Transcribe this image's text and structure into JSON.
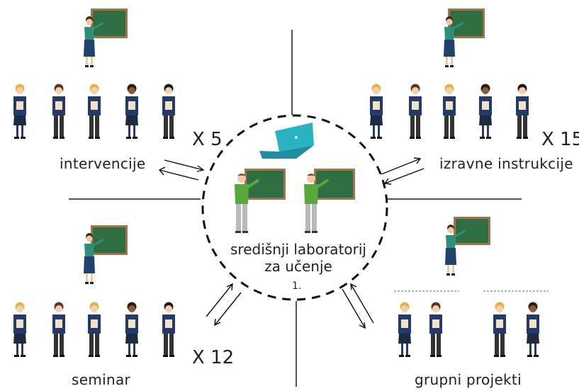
{
  "groups": {
    "intervencije": {
      "label": "intervencije",
      "multiplier": "X 5"
    },
    "izravne": {
      "label": "izravne instrukcije",
      "multiplier": "X 15"
    },
    "seminar": {
      "label": "seminar",
      "multiplier": "X 12"
    },
    "grupni": {
      "label": "grupni projekti"
    }
  },
  "center": {
    "line1": "središnji laboratorij",
    "line2": "za učenje",
    "number": "1."
  },
  "colors": {
    "board": "#2f6e43",
    "board_frame": "#a0744c",
    "teacher_top": "#2f8f7a",
    "teacher_skirt": "#22426c",
    "center_shirt": "#5aa83c",
    "center_pants": "#b9b9b9",
    "student_blazer": "#233a6b",
    "laptop": "#2bb3c4",
    "line": "#1a1a1a"
  }
}
